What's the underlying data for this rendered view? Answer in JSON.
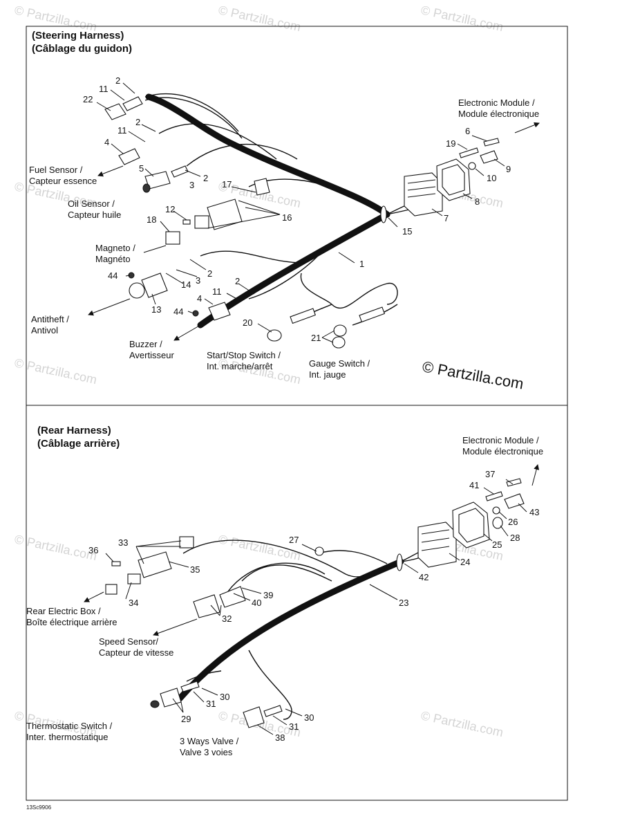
{
  "watermark": "© Partzilla.com",
  "code": "13Sc9906",
  "steering": {
    "title1": "(Steering Harness)",
    "title2": "(Câblage du guidon)",
    "labels": {
      "electronic_module_1": "Electronic Module /",
      "electronic_module_2": "Module électronique",
      "fuel_sensor_1": "Fuel Sensor /",
      "fuel_sensor_2": "Capteur essence",
      "oil_sensor_1": "Oil Sensor /",
      "oil_sensor_2": "Capteur huile",
      "magneto_1": "Magneto /",
      "magneto_2": "Magnéto",
      "antitheft_1": "Antitheft /",
      "antitheft_2": "Antivol",
      "buzzer_1": "Buzzer /",
      "buzzer_2": "Avertisseur",
      "startstop_1": "Start/Stop Switch /",
      "startstop_2": "Int. marche/arrêt",
      "gauge_1": "Gauge Switch /",
      "gauge_2": "Int. jauge"
    },
    "numbers": {
      "n2a": "2",
      "n11a": "11",
      "n22": "22",
      "n11b": "11",
      "n2b": "2",
      "n4a": "4",
      "n5": "5",
      "n2c": "2",
      "n3a": "3",
      "n17": "17",
      "n16": "16",
      "n12": "12",
      "n18": "18",
      "n6": "6",
      "n19": "19",
      "n9": "9",
      "n10": "10",
      "n8": "8",
      "n7": "7",
      "n15": "15",
      "n1": "1",
      "n2d": "2",
      "n3b": "3",
      "n44a": "44",
      "n14": "14",
      "n13": "13",
      "n2e": "2",
      "n11c": "11",
      "n4b": "4",
      "n44b": "44",
      "n20": "20",
      "n21": "21"
    }
  },
  "rear": {
    "title1": "(Rear Harness)",
    "title2": "(Câblage arrière)",
    "labels": {
      "electronic_module_1": "Electronic Module /",
      "electronic_module_2": "Module électronique",
      "rear_box_1": "Rear Electric Box /",
      "rear_box_2": "Boîte électrique arrière",
      "speed_1": "Speed Sensor/",
      "speed_2": "Capteur de vitesse",
      "thermo_1": "Thermostatic Switch /",
      "thermo_2": "Inter. thermostatique",
      "valve_1": "3 Ways Valve /",
      "valve_2": "Valve 3 voies"
    },
    "numbers": {
      "n37": "37",
      "n41": "41",
      "n43": "43",
      "n26": "26",
      "n28": "28",
      "n25": "25",
      "n24": "24",
      "n27": "27",
      "n42": "42",
      "n23": "23",
      "n33": "33",
      "n36": "36",
      "n35": "35",
      "n34": "34",
      "n39": "39",
      "n40": "40",
      "n32": "32",
      "n30a": "30",
      "n31a": "31",
      "n29": "29",
      "n30b": "30",
      "n31b": "31",
      "n38": "38"
    }
  }
}
